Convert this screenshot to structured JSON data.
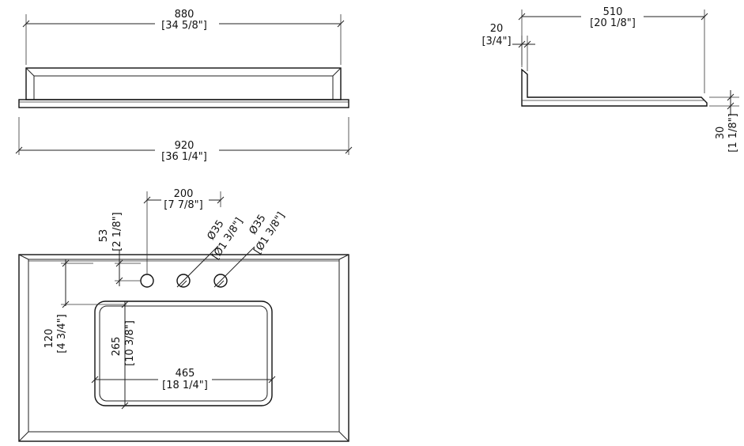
{
  "colors": {
    "line": "#222222",
    "background": "#ffffff",
    "text": "#111111"
  },
  "front_view": {
    "top_width": {
      "mm": "880",
      "inch": "[34 5/8\"]"
    },
    "bottom_width": {
      "mm": "920",
      "inch": "[36 1/4\"]"
    }
  },
  "side_view": {
    "depth": {
      "mm": "510",
      "inch": "[20 1/8\"]"
    },
    "backsplash_thickness": {
      "mm": "20",
      "inch": "[3/4\"]"
    },
    "slab_thickness": {
      "mm": "30",
      "inch": "[1 1/8\"]"
    }
  },
  "top_view": {
    "faucet_spacing": {
      "mm": "200",
      "inch": "[7 7/8\"]"
    },
    "hole_from_back": {
      "mm": "53",
      "inch": "[2 1/8\"]"
    },
    "hole_diameter_1": {
      "mm": "Ø35",
      "inch": "[Ø1 3/8\"]"
    },
    "hole_diameter_2": {
      "mm": "Ø35",
      "inch": "[Ø1 3/8\"]"
    },
    "bowl_from_back": {
      "mm": "120",
      "inch": "[4 3/4\"]"
    },
    "bowl_depth": {
      "mm": "265",
      "inch": "[10 3/8\"]"
    },
    "bowl_width": {
      "mm": "465",
      "inch": "[18 1/4\"]"
    }
  }
}
